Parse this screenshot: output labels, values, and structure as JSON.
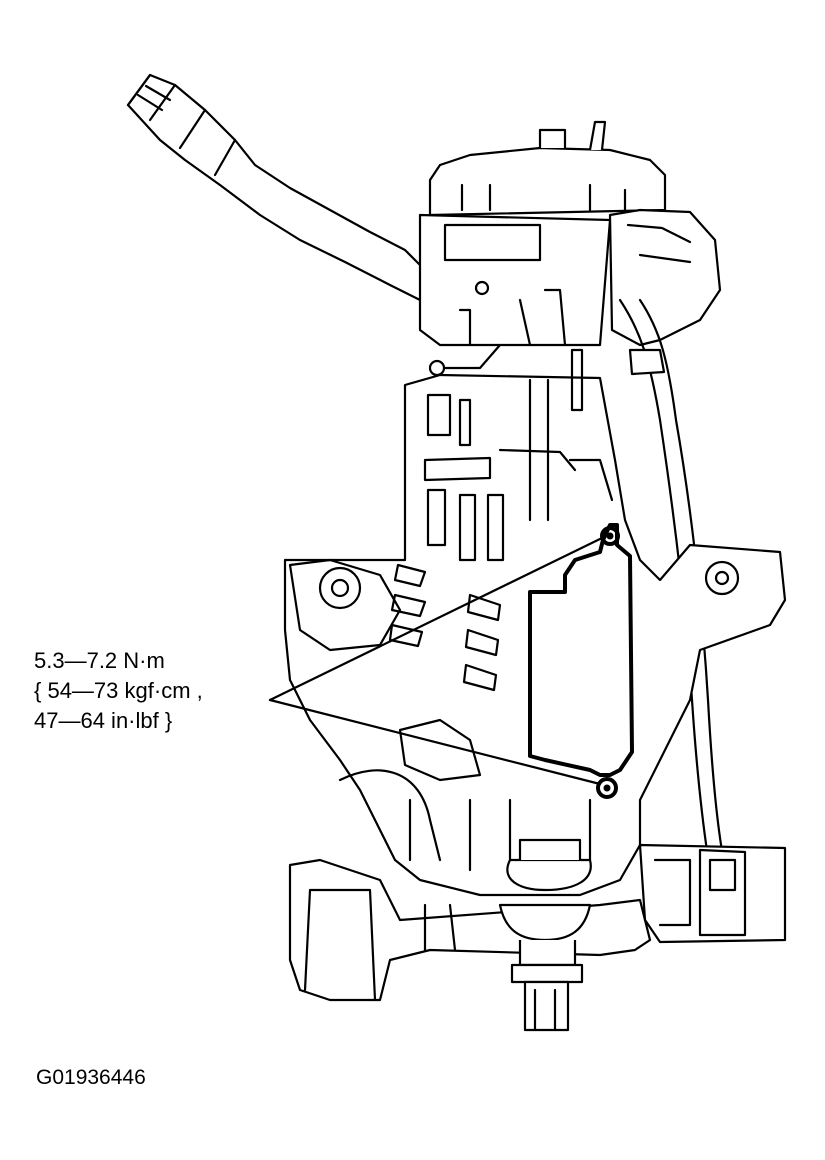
{
  "torque_spec": {
    "line1": "5.3—7.2 N·m",
    "line2": "{ 54—73 kgf·cm ,",
    "line3": "47—64 in·lbf }"
  },
  "figure_id": "G01936446"
}
